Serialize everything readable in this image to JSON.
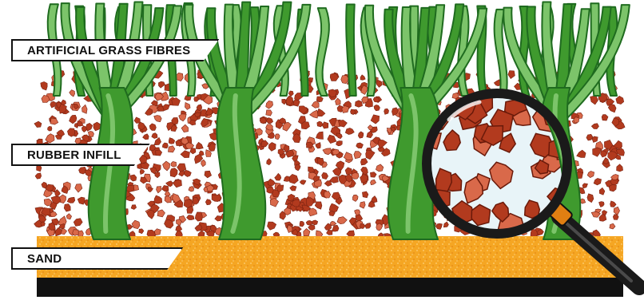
{
  "labels": {
    "grass": "ARTIFICIAL GRASS FIBRES",
    "rubber": "RUBBER INFILL",
    "sand": "SAND"
  },
  "colors": {
    "grass_dark": "#1f6b1f",
    "grass_mid": "#3f9a2e",
    "grass_light": "#7cc46a",
    "rubber": "#b23a1e",
    "rubber_light": "#d9694a",
    "sand": "#f5a623",
    "sand_speck": "#ffd27a",
    "base": "#111111",
    "lens_glass": "#e8f4f8",
    "handle": "#1a1a1a"
  },
  "icons": {
    "magnifier": "magnifying-glass-icon"
  }
}
